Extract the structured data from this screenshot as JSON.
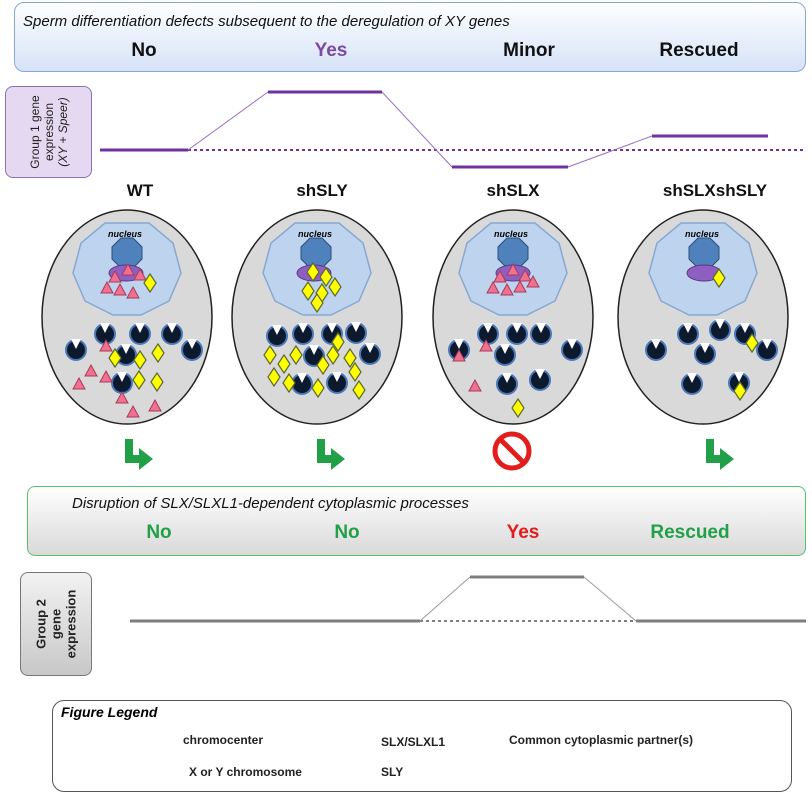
{
  "top_banner": {
    "title": "Sperm differentiation  defects subsequent to the deregulation  of XY genes",
    "labels": [
      "No",
      "Yes",
      "Minor",
      "Rescued"
    ]
  },
  "group1": {
    "line1": "Group 1 gene",
    "line2": "expression",
    "line3": "(XY + Speer)"
  },
  "genotypes": [
    "WT",
    "shSLY",
    "shSLX",
    "shSLXshSLY"
  ],
  "nucleus_label": "nucleus",
  "mid_banner": {
    "title": "Disruption  of  SLX/SLXL1-dependent  cytoplasmic processes",
    "labels": [
      "No",
      "No",
      "Yes",
      "Rescued"
    ]
  },
  "group2": {
    "line1": "Group 2",
    "line2": "gene",
    "line3": "expression"
  },
  "legend": {
    "title": "Figure Legend",
    "chromocenter": "chromocenter",
    "xy_chromosome": "X or Y chromosome",
    "slx": "SLX/SLXL1",
    "sly": "SLY",
    "partner": "Common cytoplasmic partner(s)"
  },
  "colors": {
    "purple_line": "#7030a0",
    "green": "#22a047",
    "red": "#e31c1c",
    "sly_pink": "#f07090",
    "slx_yellow": "#ffff00",
    "chromocenter_blue": "#4f81bd"
  }
}
